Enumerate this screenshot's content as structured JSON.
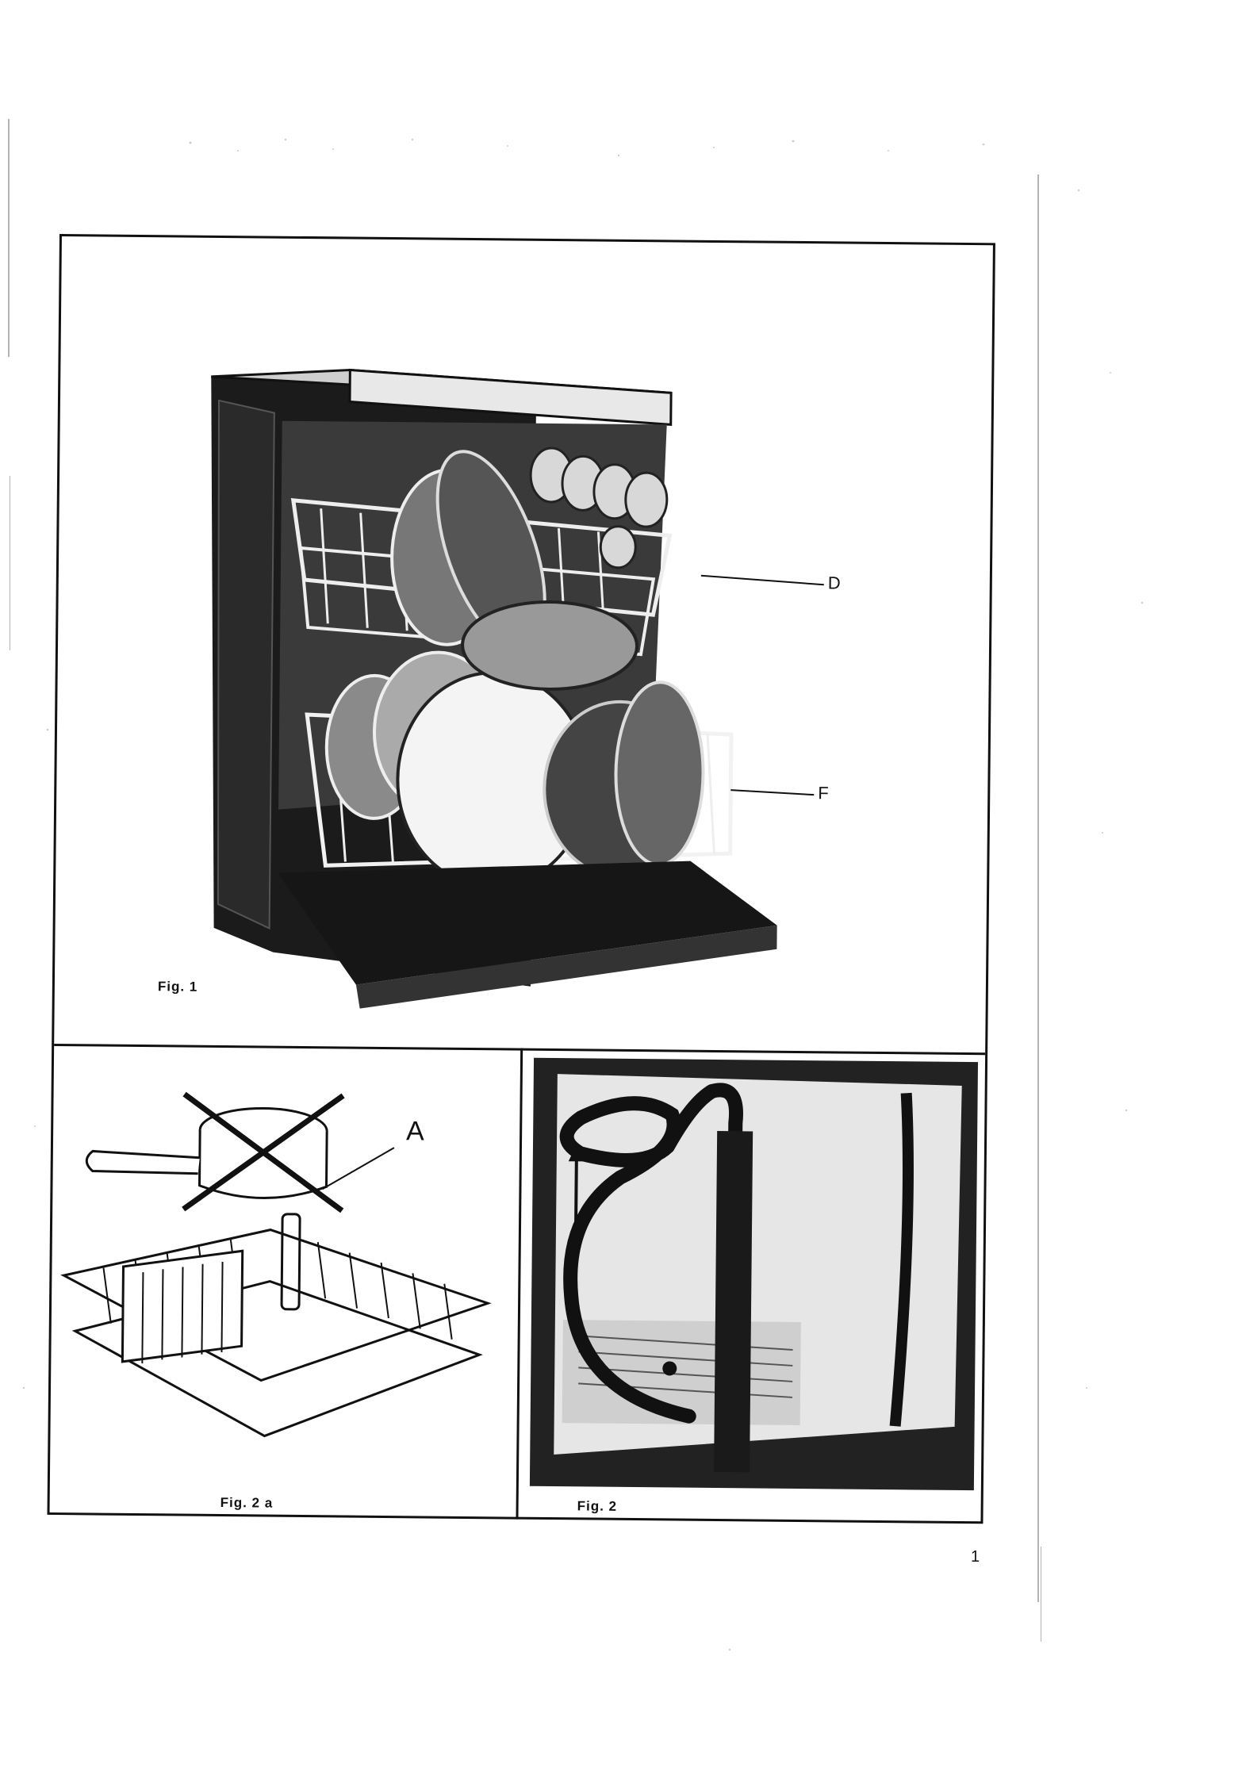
{
  "figures": {
    "fig1": {
      "label": "Fig. 1",
      "callouts": {
        "upper_basket": "D",
        "lower_basket": "F"
      }
    },
    "fig2a": {
      "label": "Fig. 2 a",
      "callouts": {
        "rim": "A"
      }
    },
    "fig2": {
      "label": "Fig. 2"
    }
  },
  "page_number": "1"
}
